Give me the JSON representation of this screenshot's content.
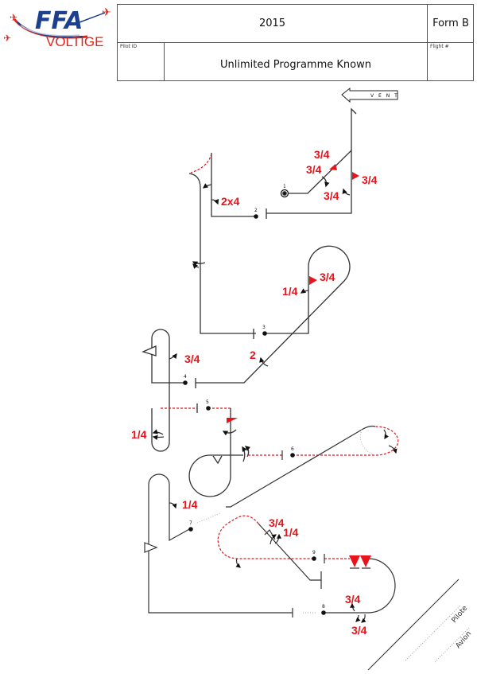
{
  "logo": {
    "top_text": "FFA",
    "bottom_text": "VOLTIGE",
    "colors": {
      "blue": "#1d3f8f",
      "red": "#e2231a"
    }
  },
  "header": {
    "year": "2015",
    "form": "Form B",
    "pilot_id_label": "Pilot ID",
    "programme": "Unlimited Programme Known",
    "flight_label": "Flight #"
  },
  "wind": {
    "label": "V E N T",
    "icon": "wind-arrow-left"
  },
  "figures": [
    {
      "number": "1",
      "rolls": [
        "3/4",
        "3/4",
        "3/4",
        "3/4"
      ]
    },
    {
      "number": "2",
      "rolls": [
        "2x4"
      ]
    },
    {
      "number": "3",
      "rolls": [
        "3/4",
        "1/4",
        "2"
      ]
    },
    {
      "number": "4",
      "rolls": [
        "3/4"
      ]
    },
    {
      "number": "5",
      "rolls": [
        "1/4"
      ]
    },
    {
      "number": "6",
      "rolls": []
    },
    {
      "number": "7",
      "rolls": [
        "1/4"
      ]
    },
    {
      "number": "8",
      "rolls": [
        "3/4",
        "3/4"
      ]
    },
    {
      "number": "9",
      "rolls": [
        "3/4",
        "1/4"
      ]
    }
  ],
  "labels": {
    "f1a": "3/4",
    "f1b": "3/4",
    "f1c": "3/4",
    "f1d": "3/4",
    "f2a": "2x4",
    "f3a": "3/4",
    "f3b": "1/4",
    "f3c": "2",
    "f4a": "3/4",
    "f5a": "1/4",
    "f7a": "1/4",
    "f9a": "3/4",
    "f9b": "1/4",
    "f8a": "3/4",
    "f8b": "3/4"
  },
  "axis": {
    "pilot": "Pilote",
    "aircraft": "Avion"
  },
  "colors": {
    "line": "#222222",
    "accent": "#e8141b",
    "dashed": "#e8141b"
  }
}
